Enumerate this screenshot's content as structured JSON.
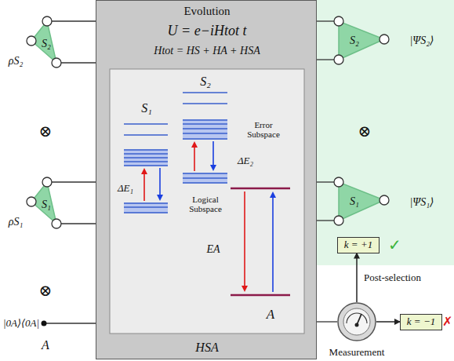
{
  "diagram": {
    "nodes": [
      {
        "text": [
          "Evolution",
          "U = e−iHtot t",
          "Htot = HS + HA + HSA",
          "HSA"
        ]
      },
      {
        "text": [
          "S₂",
          "ρS₂"
        ]
      },
      {
        "text": [
          "S₁",
          "ρS₁"
        ]
      },
      {
        "text": [
          "S₂",
          "|ΨS₂⟩"
        ]
      },
      {
        "text": [
          "S₁",
          "|ΨS₁⟩"
        ]
      },
      {
        "text": [
          "k = +1"
        ]
      },
      {
        "text": [
          "k = −1"
        ]
      },
      {
        "text": [
          "Measurement"
        ]
      }
    ],
    "edges": [
      {
        "from": 7,
        "to": 5,
        "arrow": "to",
        "label": "Post-selection"
      },
      {
        "from": 7,
        "to": 6,
        "arrow": "to"
      }
    ],
    "labels": [
      "⊗",
      "⊗",
      "|0A⟩⟨0A|",
      "A",
      "S₁",
      "S₂",
      "Error Subspace",
      "Logical Subspace",
      "ΔE₁",
      "ΔE₂",
      "EA",
      "A",
      "⊗",
      "✓",
      "✗"
    ]
  }
}
